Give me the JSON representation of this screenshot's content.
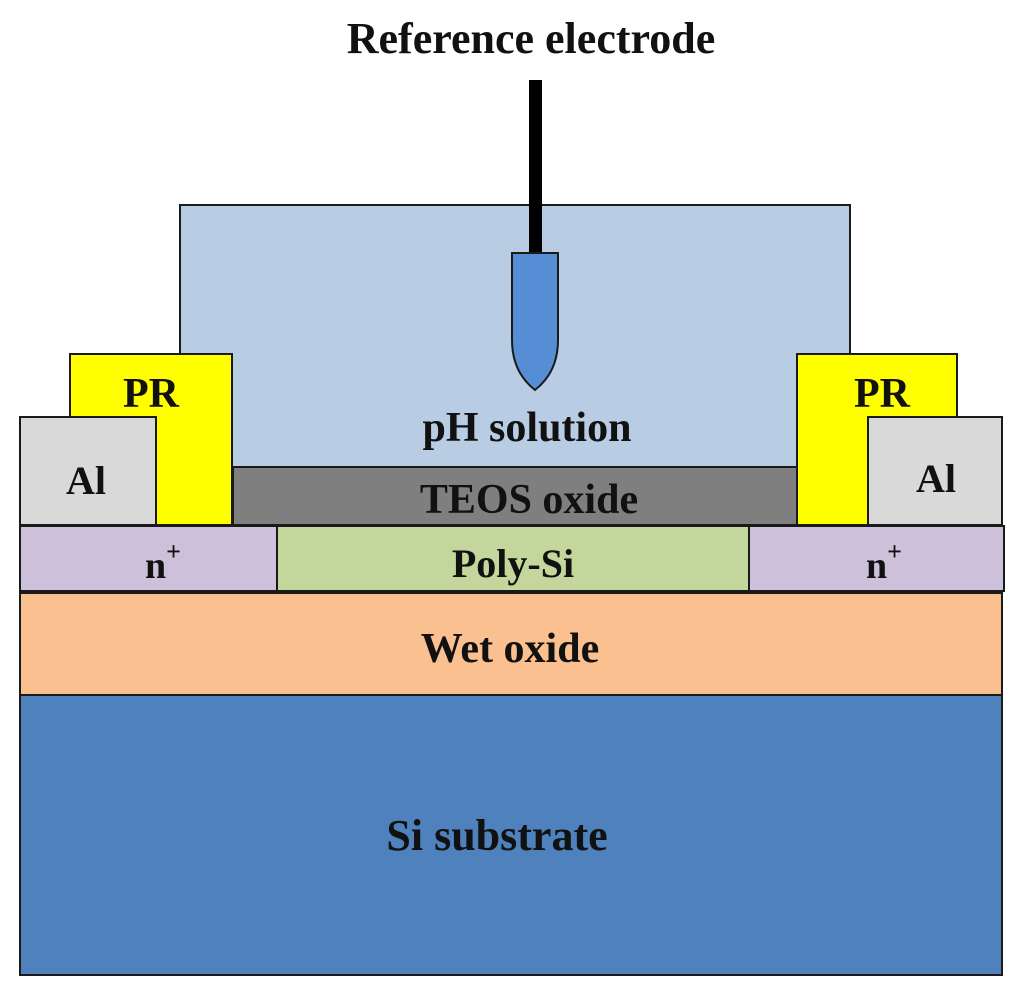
{
  "labels": {
    "reference_electrode": "Reference electrode",
    "ph_solution": "pH solution",
    "teos_oxide": "TEOS oxide",
    "poly_si": "Poly-Si",
    "n_plus_base": "n",
    "n_plus_sup": "+",
    "pr_left": "PR",
    "pr_right": "PR",
    "al_left": "Al",
    "al_right": "Al",
    "wet_oxide": "Wet oxide",
    "si_substrate": "Si substrate"
  },
  "colors": {
    "ph_solution": "#b8cce4",
    "electrode_tip": "#558ed5",
    "electrode_wire": "#000000",
    "pr": "#ffff00",
    "al": "#d9d9d9",
    "teos_oxide": "#7f7f7f",
    "n_plus": "#ccc0da",
    "poly_si": "#c3d69b",
    "wet_oxide": "#fac090",
    "si_substrate": "#4f81bd"
  }
}
